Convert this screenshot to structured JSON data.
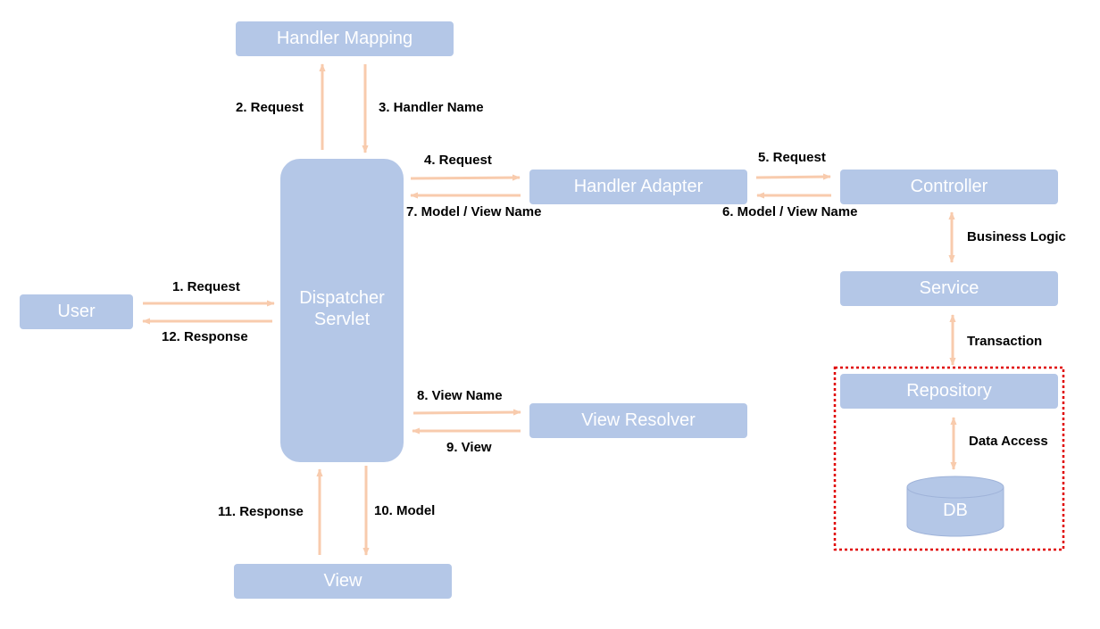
{
  "nodes": {
    "handler_mapping": "Handler Mapping",
    "dispatcher_line1": "Dispatcher",
    "dispatcher_line2": "Servlet",
    "handler_adapter": "Handler Adapter",
    "controller": "Controller",
    "user": "User",
    "service": "Service",
    "repository": "Repository",
    "view_resolver": "View Resolver",
    "view": "View",
    "db": "DB"
  },
  "edges": {
    "e1": "1. Request",
    "e2": "2. Request",
    "e3": "3. Handler Name",
    "e4": "4. Request",
    "e5": "5. Request",
    "e6": "6. Model / View Name",
    "e7": "7. Model / View Name",
    "e8": "8. View Name",
    "e9": "9. View",
    "e10": "10. Model",
    "e11": "11. Response",
    "e12": "12. Response",
    "business_logic": "Business Logic",
    "transaction": "Transaction",
    "data_access": "Data Access"
  },
  "colors": {
    "node_fill": "#b4c7e7",
    "arrow": "#f8cbad",
    "highlight_border": "#e00000"
  }
}
